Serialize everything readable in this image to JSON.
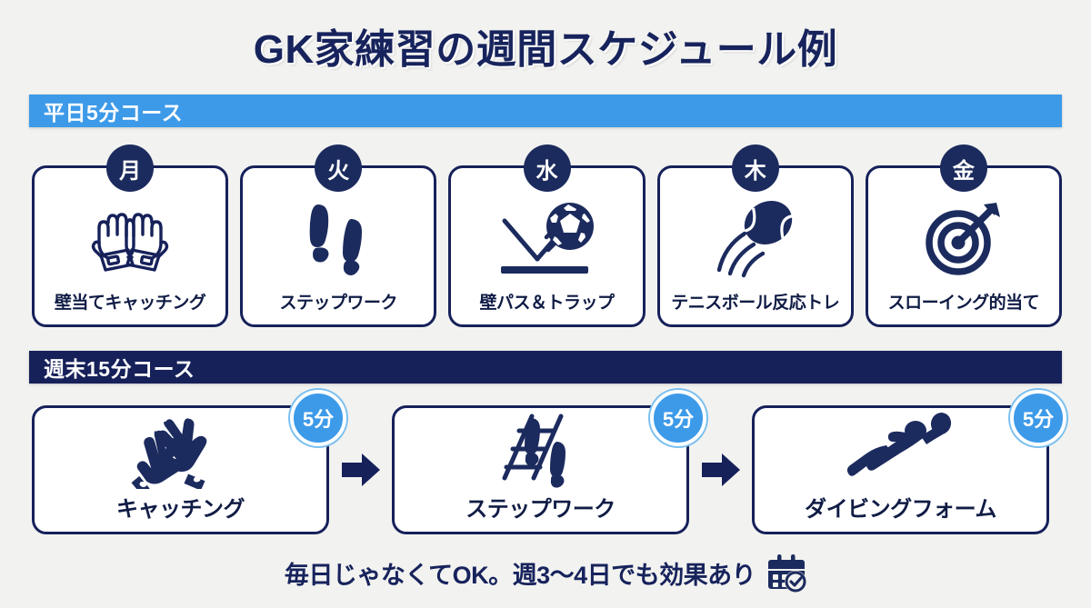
{
  "title": "GK家練習の週間スケジュール例",
  "colors": {
    "background": "#f2f2f0",
    "navy": "#16215a",
    "navy_text": "#17235c",
    "blue": "#3d9ae8",
    "white": "#ffffff"
  },
  "weekday_section": {
    "banner_label": "平日5分コース",
    "cards": [
      {
        "day": "月",
        "label": "壁当てキャッチング",
        "icon": "goalkeeper-gloves-icon"
      },
      {
        "day": "火",
        "label": "ステップワーク",
        "icon": "footprints-icon"
      },
      {
        "day": "水",
        "label": "壁パス＆トラップ",
        "icon": "ball-wall-bounce-icon"
      },
      {
        "day": "木",
        "label": "テニスボール反応トレ",
        "icon": "tennis-ball-motion-icon"
      },
      {
        "day": "金",
        "label": "スローイング的当て",
        "icon": "target-arrow-icon"
      }
    ]
  },
  "weekend_section": {
    "banner_label": "週末15分コース",
    "cards": [
      {
        "label": "キャッチング",
        "duration": "5分",
        "icon": "catching-gloves-icon"
      },
      {
        "label": "ステップワーク",
        "duration": "5分",
        "icon": "ladder-footwork-icon"
      },
      {
        "label": "ダイビングフォーム",
        "duration": "5分",
        "icon": "diving-keeper-icon"
      }
    ],
    "arrow_icon": "arrow-right-icon"
  },
  "footer": {
    "text": "毎日じゃなくてOK。週3〜4日でも効果あり",
    "icon": "calendar-check-icon"
  }
}
